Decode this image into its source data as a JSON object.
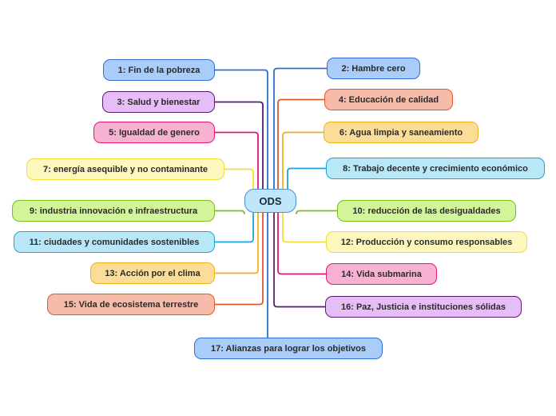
{
  "center": {
    "label": "ODS"
  },
  "topics": [
    {
      "id": "n1",
      "label": "1: Fin de la pobreza",
      "fill": "#a9cdf8",
      "stroke": "#2e6fd0"
    },
    {
      "id": "n2",
      "label": "2: Hambre cero",
      "fill": "#a9cdf8",
      "stroke": "#2e6fd0"
    },
    {
      "id": "n3",
      "label": "3: Salud y bienestar",
      "fill": "#e6bdf7",
      "stroke": "#5d1a72"
    },
    {
      "id": "n4",
      "label": "4: Educación de calidad",
      "fill": "#f7bba9",
      "stroke": "#e2572f"
    },
    {
      "id": "n5",
      "label": "5: Igualdad de genero",
      "fill": "#f7b2d2",
      "stroke": "#e0187a"
    },
    {
      "id": "n6",
      "label": "6: Agua limpia y saneamiento",
      "fill": "#fcdd97",
      "stroke": "#f0b21c"
    },
    {
      "id": "n7",
      "label": "7: energía asequible y no contaminante",
      "fill": "#fdf6bd",
      "stroke": "#f0dc3a"
    },
    {
      "id": "n8",
      "label": "8: Trabajo decente y crecimiento económico",
      "fill": "#b8e7f8",
      "stroke": "#1fa3d6"
    },
    {
      "id": "n9",
      "label": "9: industria innovación e infraestructura",
      "fill": "#d3f59a",
      "stroke": "#7dbb21"
    },
    {
      "id": "n10",
      "label": "10: reducción de las desigualdades",
      "fill": "#d3f59a",
      "stroke": "#7dbb21"
    },
    {
      "id": "n11",
      "label": "11: ciudades y comunidades sostenibles",
      "fill": "#b8e7f8",
      "stroke": "#1fa3d6"
    },
    {
      "id": "n12",
      "label": "12: Producción y consumo responsables",
      "fill": "#fdf6bd",
      "stroke": "#f0dc3a"
    },
    {
      "id": "n13",
      "label": "13: Acción por el clima",
      "fill": "#fcdd97",
      "stroke": "#f0b21c"
    },
    {
      "id": "n14",
      "label": "14: Vida submarina",
      "fill": "#f7b2d2",
      "stroke": "#e0187a"
    },
    {
      "id": "n15",
      "label": "15: Vida de ecosistema terrestre",
      "fill": "#f7bba9",
      "stroke": "#e2572f"
    },
    {
      "id": "n16",
      "label": "16: Paz, Justicia e instituciones sólidas",
      "fill": "#e6bdf7",
      "stroke": "#5d1a72"
    },
    {
      "id": "n17",
      "label": "17: Alianzas para lograr los objetivos",
      "fill": "#a9cdf8",
      "stroke": "#2e6fd0"
    }
  ]
}
